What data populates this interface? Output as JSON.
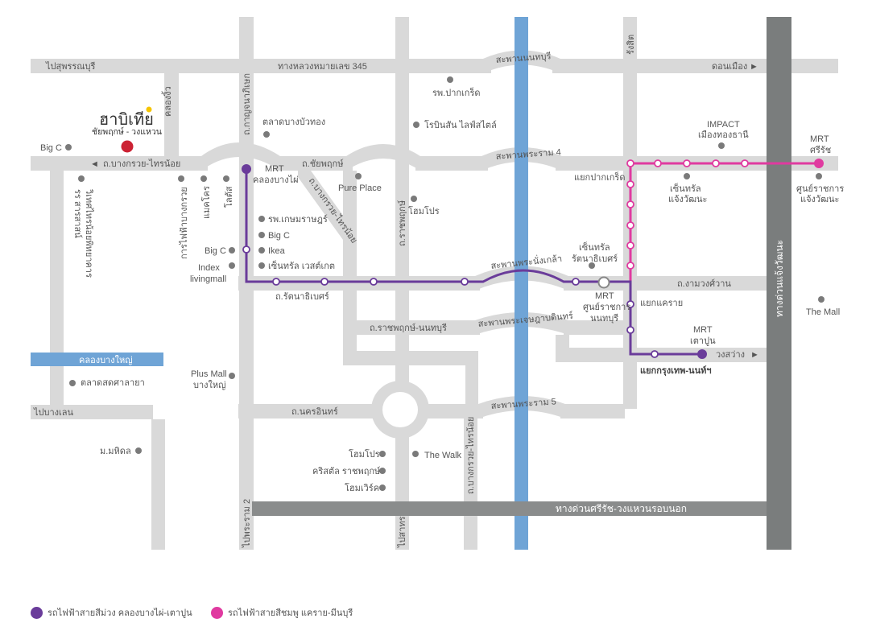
{
  "colors": {
    "road": "#d9d9d9",
    "river": "#6fa4d6",
    "expressway": "#7a7d7d",
    "purple_line": "#6a3c9a",
    "pink_line": "#e03aa0",
    "poi": "#7a7a7a",
    "project": "#cc2233",
    "accent_yellow": "#f5c400"
  },
  "project": {
    "name": "ฮาบิเทีย",
    "subtitle": "ชัยพฤกษ์ - วงแหวน"
  },
  "roads": {
    "hwy345": "ทางหลวงหมายเลข 345",
    "to_suphan": "ไปสุพรรณบุรี",
    "to_donmueang": "ดอนเมือง",
    "bridge_nonthaburi": "สะพานนนทบุรี",
    "bang_kruai_sai_noi": "ถ.บางกรวย-ไทรน้อย",
    "chaiyaphruek": "ถ.ชัยพฤกษ์",
    "bridge_rama4": "สะพานพระราม 4",
    "kanchanaphisek": "ถ.กาญจนาภิเษก",
    "khlong_ngiu": "คลองงิ้ว",
    "bang_kruai_sai_noi_diag": "ถ.บางกรวย-ไทรน้อย",
    "ratchaphruek": "ถ.ราชพฤกษ์",
    "rattanathibet": "ถ.รัตนาธิเบศร์",
    "bridge_phra_nangklao": "สะพานพระนั่งเกล้า",
    "ngam_wong_wan": "ถ.งามวงศ์วาน",
    "ratchaphruek_nonthaburi": "ถ.ราชพฤกษ์-นนทบุรี",
    "bridge_jetsadabodin": "สะพานพระเจษฎาบดินทร์",
    "wong_sawang": "วงสว่าง",
    "nakhon_in": "ถ.นครอินทร์",
    "bridge_rama5": "สะพานพระราม 5",
    "bang_kruai_sai_noi_v": "ถ.บางกรวย-ไทรน้อย",
    "to_bang_len": "ไปบางเลน",
    "to_rama2": "ไปพระราม 2",
    "to_sathorn": "ไปสาทร",
    "chaengwattana_exp": "ทางด่วนแจ้งวัฒนะ",
    "outer_ring_exp": "ทางด่วนศรีรัช-วงแหวนรอบนอก",
    "khlong_bang_yai": "คลองบางใหญ่",
    "school_road_1": "รร สารสาสน์",
    "school_road_2": "วิเทศไทรน้อยพิทยาคาร",
    "phet_kasem_road": "การไฟฟ้าบางกรวย",
    "makro": "แมคโคร",
    "lotus": "โลตัส",
    "ringsit": "รังสิต"
  },
  "pois": [
    {
      "name": "รพ.ปากเกร็ด"
    },
    {
      "name": "โรบินสัน ไลฟ์สไตล์"
    },
    {
      "name": "ตลาดบางบัวทอง"
    },
    {
      "name": "Big C"
    },
    {
      "name": "Pure Place"
    },
    {
      "name": "โฮมโปร"
    },
    {
      "name": "รพ.เกษมราษฎร์"
    },
    {
      "name": "Big C"
    },
    {
      "name": "Ikea"
    },
    {
      "name": "เซ็นทรัล เวสต์เกต"
    },
    {
      "name": "Big C"
    },
    {
      "name": "Index"
    },
    {
      "name": "livingmall"
    },
    {
      "name": "IMPACT"
    },
    {
      "name": "เมืองทองธานี"
    },
    {
      "name": "เซ็นทรัล"
    },
    {
      "name": "แจ้งวัฒนะ"
    },
    {
      "name": "ศูนย์ราชการ"
    },
    {
      "name": "แจ้งวัฒนะ"
    },
    {
      "name": "เซ็นทรัล"
    },
    {
      "name": "รัตนาธิเบศร์"
    },
    {
      "name": "The Mall"
    },
    {
      "name": "Plus Mall"
    },
    {
      "name": "บางใหญ่"
    },
    {
      "name": "ตลาดสดศาลายา"
    },
    {
      "name": "ม.มหิดล"
    },
    {
      "name": "โฮมโปร"
    },
    {
      "name": "คริสตัล ราชพฤกษ์"
    },
    {
      "name": "โฮมเวิร์ค"
    },
    {
      "name": "The Walk"
    }
  ],
  "stations": {
    "khlong_bang_phai_1": "MRT",
    "khlong_bang_phai_2": "คลองบางไผ่",
    "sri_rat_1": "MRT",
    "sri_rat_2": "ศรีรัช",
    "ministry_1": "MRT",
    "ministry_2": "ศูนย์ราชการ",
    "ministry_3": "นนทบุรี",
    "tao_poon_1": "MRT",
    "tao_poon_2": "เตาปูน",
    "pak_kret_jct": "แยกปากเกร็ด",
    "khae_rai_jct": "แยกแคราย",
    "bkk_non_jct": "แยกกรุงเทพ-นนท์ฯ"
  },
  "legend": {
    "purple": "รถไฟฟ้าสายสีม่วง คลองบางไผ่-เตาปูน",
    "pink": "รถไฟฟ้าสายสีชมพู แคราย-มีนบุรี"
  }
}
